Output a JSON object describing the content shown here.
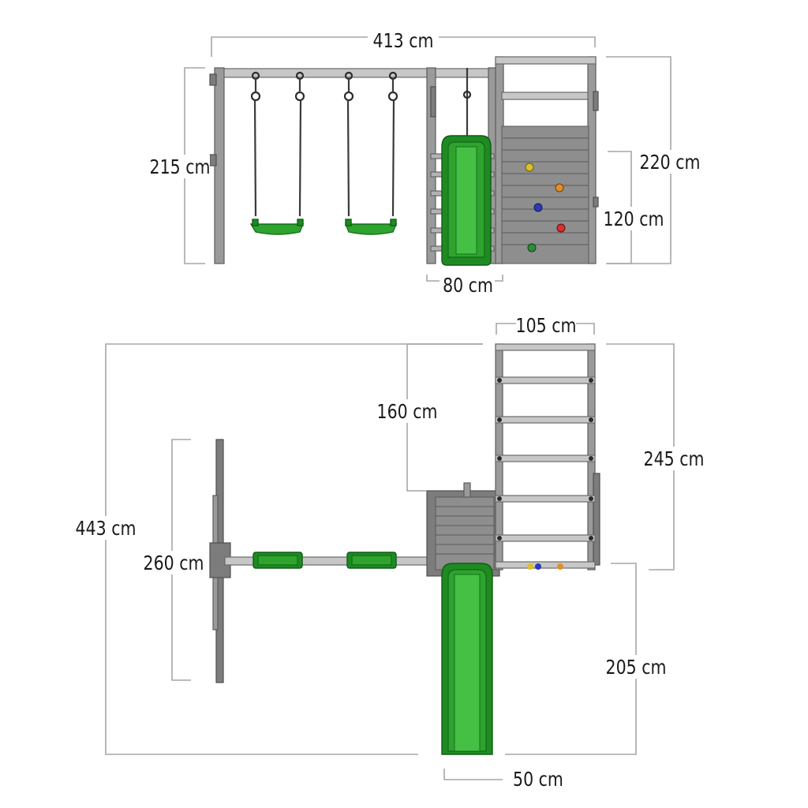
{
  "dimensions": {
    "front_width": "413 cm",
    "swing_height": "215 cm",
    "tower_height": "220 cm",
    "climb_wall_height": "120 cm",
    "slide_width_front": "80 cm",
    "tower_width_top": "105 cm",
    "upper_offset": "160 cm",
    "tower_depth": "245 cm",
    "total_depth": "443 cm",
    "swing_frame_depth": "260 cm",
    "slide_length": "205 cm",
    "slide_width_top": "50 cm"
  },
  "colors": {
    "wood": "#9a9a9a",
    "slide": "#2ea32e",
    "dimension_line": "#a6a6a6",
    "climbing_holds": [
      "#d8c22a",
      "#e0902a",
      "#2a3ab8",
      "#d8302a",
      "#2e8c3a"
    ]
  }
}
